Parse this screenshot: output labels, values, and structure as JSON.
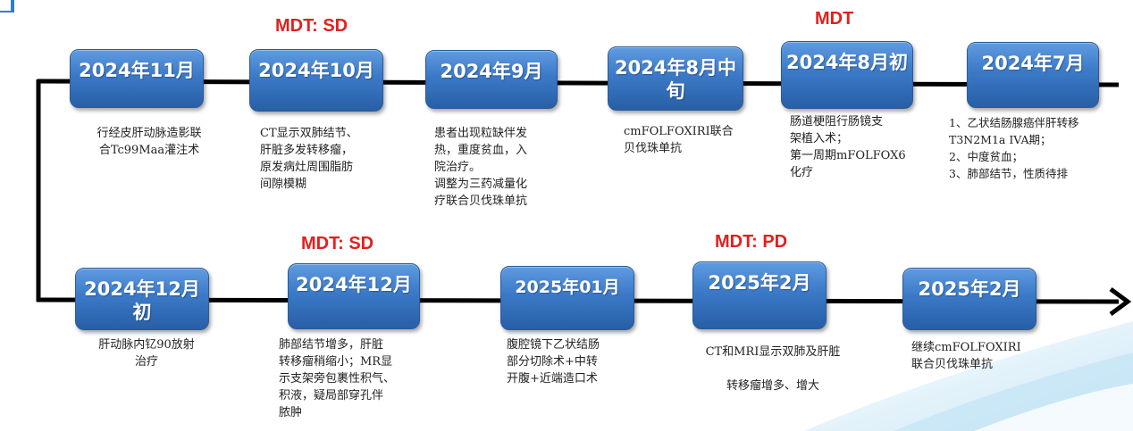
{
  "top_row": [
    {
      "date": "2024年11月",
      "mdt": "",
      "desc": "行经皮肝动脉造影联\n合Tc99Maa灌注术"
    },
    {
      "date": "2024年10月",
      "mdt": "MDT: SD",
      "desc": "CT显示双肺结节、\n肝脏多发转移瘤，\n原发病灶周围脂肪\n间隙模糊"
    },
    {
      "date": "2024年9月",
      "mdt": "",
      "desc": "患者出现粒缺伴发\n热，重度贫血，入\n院治疗。\n调整为三药减量化\n疗联合贝伐珠单抗"
    },
    {
      "date": "2024年8月中旬",
      "mdt": "",
      "desc": "cmFOLFOXIRI联合\n贝伐珠单抗"
    },
    {
      "date": "2024年8月初",
      "mdt": "MDT",
      "desc": "肠道梗阻行肠镜支\n架植入术；\n第一周期mFOLFOX6\n化疗"
    },
    {
      "date": "2024年7月",
      "mdt": "",
      "desc": "1、乙状结肠腺癌伴肝转移\nT3N2M1a IVA期；\n2、中度贫血；\n3、肺部结节，性质待排"
    }
  ],
  "bottom_row": [
    {
      "date": "2024年12月初",
      "mdt": "",
      "desc": "肝动脉内钇90放射\n治疗"
    },
    {
      "date": "2024年12月",
      "mdt": "MDT: SD",
      "desc": "肺部结节增多，肝脏\n转移瘤稍缩小；MR显\n示支架旁包裹性积气、\n积液，疑局部穿孔伴\n脓肿"
    },
    {
      "date": "2025年01月",
      "mdt": "",
      "desc": "腹腔镜下乙状结肠\n部分切除术+中转\n开腹+近端造口术"
    },
    {
      "date": "2025年2月",
      "mdt": "MDT: PD",
      "desc": "CT和MRI显示双肺及肝脏\n\n转移瘤增多、增大"
    },
    {
      "date": "2025年2月",
      "mdt": "",
      "desc": "继续cmFOLFOXIRI\n联合贝伐珠单抗"
    }
  ],
  "colors": {
    "box": "#3b79c7",
    "mdt": "#e0211f",
    "line": "#000000"
  }
}
